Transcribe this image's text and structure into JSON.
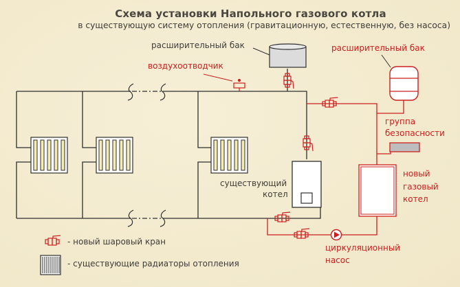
{
  "title": "Схема установки Напольного газового котла",
  "subtitle": "в существующую систему отопления  (гравитационную, естественную, без насоса)",
  "labels": {
    "expansion_tank_old": "расширительный бак",
    "air_vent": "воздухоотводчик",
    "expansion_tank_new": "расширительный бак",
    "safety_group_line1": "группа",
    "safety_group_line2": "безопасности",
    "existing_boiler_line1": "существующий",
    "existing_boiler_line2": "котел",
    "new_boiler_line1": "новый",
    "new_boiler_line2": "газовый",
    "new_boiler_line3": "котел",
    "pump_line1": "циркуляционный",
    "pump_line2": "насос"
  },
  "legend": [
    {
      "icon": "ball-valve-icon",
      "text": "- новый шаровый кран"
    },
    {
      "icon": "radiator-icon",
      "text": "- существующие радиаторы отопления"
    }
  ],
  "colors": {
    "background": "#f3ebcf",
    "existing_pipe": "#2e2e2e",
    "new_pipe": "#cc1e1e",
    "radiator_fill": "#f5ecb4",
    "tank_fill": "#dcdcdc",
    "safety_group_fill": "#bdbdbd"
  }
}
